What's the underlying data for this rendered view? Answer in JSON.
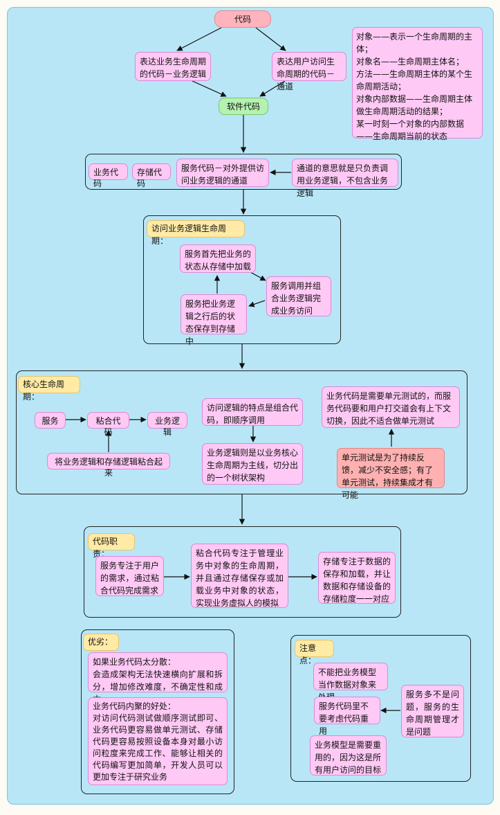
{
  "root": "代码",
  "top": {
    "business_logic": "表达业务生命周期的代码－业务逻辑",
    "channel": "表达用户访问生命周期的代码－通道",
    "software_code": "软件代码",
    "definitions": "对象——表示一个生命周期的主体；\n对象名——生命周期主体名；\n方法——生命周期主体的某个生命周期活动；\n对象内部数据——生命周期主体做生命周期活动的结果；\n某一时刻一个对象的内部数据——生命周期当前的状态"
  },
  "row1": {
    "business_code": "业务代码",
    "storage_code": "存储代码",
    "service_code": "服务代码－对外提供访问业务逻辑的通道",
    "channel_note": "通道的意思就是只负责调用业务逻辑，不包含业务逻辑"
  },
  "access_lifecycle": {
    "label": "访问业务逻辑生命周期：",
    "load": "服务首先把业务的状态从存储中加载",
    "call": "服务调用并组合业务逻辑完成业务访问",
    "save": "服务把业务逻辑之行后的状态保存到存储中"
  },
  "core_lifecycle": {
    "label": "核心生命周期：",
    "service": "服务",
    "glue": "粘合代码",
    "logic": "业务逻辑",
    "glue_note": "将业务逻辑和存储逻辑粘合起来",
    "access_feature": "访问逻辑的特点是组合代码，即顺序调用",
    "logic_feature": "业务逻辑则是以业务核心生命周期为主线，切分出的一个树状架构",
    "unit_test_need": "业务代码是需要单元测试的，而服务代码要和用户打交道会有上下文切换，因此不适合做单元测试",
    "unit_test_why": "单元测试是为了持续反馈，减少不安全感；有了单元测试，持续集成才有可能"
  },
  "duties": {
    "label": "代码职责：",
    "service": "服务专注于用户的需求，通过粘合代码完成需求",
    "glue": "粘合代码专注于管理业务中对象的生命周期，并且通过存储保存或加载业务中对象的状态，实现业务虚拟人的模拟",
    "storage": "存储专注于数据的保存和加载，并让数据和存储设备的存储粒度一一对应"
  },
  "pros_cons": {
    "label": "优劣：",
    "scattered": "如果业务代码太分散：\n会造成架构无法快速横向扩展和拆分，增加修改难度，不确定性和成本",
    "cohesive": "业务代码内聚的好处：\n对访问代码测试做顺序测试即可、业务代码更容易做单元测试、存储代码更容易按照设备本身对最小访问粒度来完成工作、能够让相关的代码编写更加简单，开发人员可以更加专注于研究业务"
  },
  "notes": {
    "label": "注意点：",
    "no_data_model": "不能把业务模型当作数据对象来处理",
    "no_reuse": "服务代码里不要考虑代码重用",
    "service_ok": "服务多不是问题，服务的生命周期管理才是问题",
    "reuse_model": "业务模型是需要重用的，因为这是所有用户访问的目标"
  }
}
